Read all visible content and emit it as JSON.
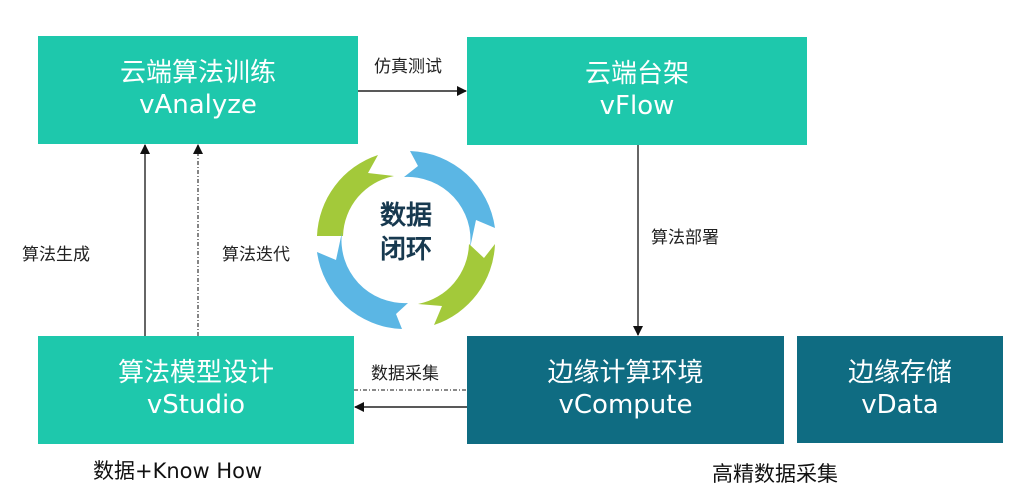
{
  "nodes": {
    "analyze": {
      "cn": "云端算法训练",
      "en": "vAnalyze"
    },
    "flow": {
      "cn": "云端台架",
      "en": "vFlow"
    },
    "studio": {
      "cn": "算法模型设计",
      "en": "vStudio"
    },
    "compute": {
      "cn": "边缘计算环境",
      "en": "vCompute"
    },
    "data": {
      "cn": "边缘存储",
      "en": "vData"
    }
  },
  "edges": {
    "sim_test": "仿真测试",
    "algo_deploy": "算法部署",
    "algo_generate": "算法生成",
    "algo_iterate": "算法迭代",
    "data_collect": "数据采集"
  },
  "center": {
    "line1": "数据",
    "line2": "闭环"
  },
  "captions": {
    "studio_caption": "数据+Know How",
    "edge_caption": "高精数据采集"
  },
  "colors": {
    "cloud_box": "#1ec8ac",
    "edge_box": "#0f6c82",
    "cycle_green": "#a3c93a",
    "cycle_blue": "#5bb6e4",
    "center_text": "#17394f"
  }
}
